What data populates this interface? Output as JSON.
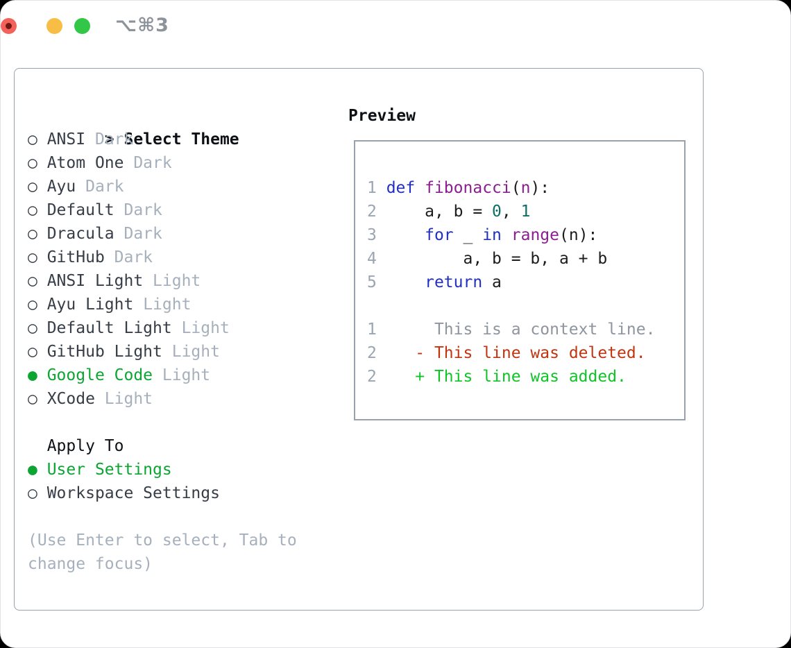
{
  "titlebar": {
    "title": "⌥⌘3",
    "traffic_lights": [
      "close",
      "minimize",
      "zoom"
    ]
  },
  "theme_panel": {
    "header": {
      "marker": "> ",
      "label": "Select Theme"
    },
    "items": [
      {
        "marker": "○",
        "name": "ANSI",
        "variant": "Dark",
        "selected": false
      },
      {
        "marker": "○",
        "name": "Atom One",
        "variant": "Dark",
        "selected": false
      },
      {
        "marker": "○",
        "name": "Ayu",
        "variant": "Dark",
        "selected": false
      },
      {
        "marker": "○",
        "name": "Default",
        "variant": "Dark",
        "selected": false
      },
      {
        "marker": "○",
        "name": "Dracula",
        "variant": "Dark",
        "selected": false
      },
      {
        "marker": "○",
        "name": "GitHub",
        "variant": "Dark",
        "selected": false
      },
      {
        "marker": "○",
        "name": "ANSI Light",
        "variant": "Light",
        "selected": false
      },
      {
        "marker": "○",
        "name": "Ayu Light",
        "variant": "Light",
        "selected": false
      },
      {
        "marker": "○",
        "name": "Default Light",
        "variant": "Light",
        "selected": false
      },
      {
        "marker": "○",
        "name": "GitHub Light",
        "variant": "Light",
        "selected": false
      },
      {
        "marker": "●",
        "name": "Google Code",
        "variant": "Light",
        "selected": true
      },
      {
        "marker": "○",
        "name": "XCode",
        "variant": "Light",
        "selected": false
      }
    ],
    "apply_to": {
      "label": "Apply To",
      "options": [
        {
          "marker": "●",
          "label": "User Settings",
          "selected": true
        },
        {
          "marker": "○",
          "label": "Workspace Settings",
          "selected": false
        }
      ]
    },
    "hint_lines": [
      "(Use Enter to select, Tab to",
      "change focus)"
    ]
  },
  "preview_panel": {
    "label": "Preview",
    "code_lines": [
      {
        "num": "1",
        "segments": [
          {
            "t": "def",
            "c": "keyword"
          },
          {
            "t": " ",
            "c": "plain"
          },
          {
            "t": "fibonacci",
            "c": "function"
          },
          {
            "t": "(",
            "c": "plain"
          },
          {
            "t": "n",
            "c": "function"
          },
          {
            "t": "):",
            "c": "plain"
          }
        ]
      },
      {
        "num": "2",
        "segments": [
          {
            "t": "    a, b = ",
            "c": "plain"
          },
          {
            "t": "0",
            "c": "number"
          },
          {
            "t": ", ",
            "c": "plain"
          },
          {
            "t": "1",
            "c": "number"
          }
        ]
      },
      {
        "num": "3",
        "segments": [
          {
            "t": "    ",
            "c": "plain"
          },
          {
            "t": "for",
            "c": "keyword"
          },
          {
            "t": " _ ",
            "c": "plain"
          },
          {
            "t": "in",
            "c": "keyword"
          },
          {
            "t": " ",
            "c": "plain"
          },
          {
            "t": "range",
            "c": "function"
          },
          {
            "t": "(n):",
            "c": "plain"
          }
        ]
      },
      {
        "num": "4",
        "segments": [
          {
            "t": "        a, b = b, a + b",
            "c": "plain"
          }
        ]
      },
      {
        "num": "5",
        "segments": [
          {
            "t": "    ",
            "c": "plain"
          },
          {
            "t": "return",
            "c": "keyword"
          },
          {
            "t": " a",
            "c": "plain"
          }
        ]
      }
    ],
    "diff_lines": [
      {
        "num": "1",
        "kind": "context",
        "marker": " ",
        "text": "This is a context line."
      },
      {
        "num": "2",
        "kind": "deleted",
        "marker": "-",
        "text": "This line was deleted."
      },
      {
        "num": "2",
        "kind": "added",
        "marker": "+",
        "text": "This line was added."
      }
    ]
  },
  "colors": {
    "traffic_red": "#f4605a",
    "traffic_yellow": "#f8bd45",
    "traffic_green": "#33c748",
    "title_gray": "#8d939b",
    "header_text": "#0d1116",
    "dark_text": "#363d46",
    "muted_text": "#a6b0bc",
    "accent_green": "#0ca534",
    "keyword": "#2230c0",
    "function": "#8b1e8f",
    "number": "#0d6e66",
    "plain": "#1c1c1c",
    "line_number": "#9aa5b3",
    "context": "#8e959e",
    "deleted": "#c23410",
    "added": "#10c428"
  }
}
